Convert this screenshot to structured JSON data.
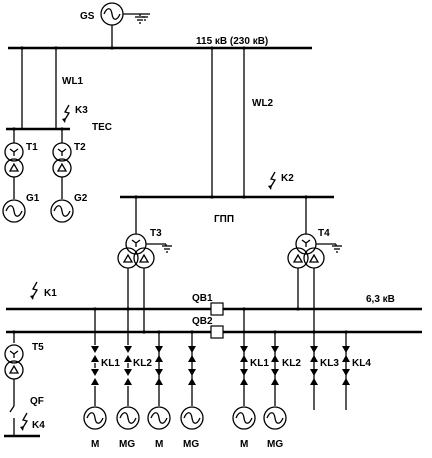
{
  "labels": {
    "gs": "GS",
    "hv_bus": "115 кВ (230 кВ)",
    "wl1": "WL1",
    "wl2": "WL2",
    "k3": "K3",
    "tec": "TEC",
    "t1": "T1",
    "t2": "T2",
    "g1": "G1",
    "g2": "G2",
    "k2": "K2",
    "gpp": "ГПП",
    "t3": "T3",
    "t4": "T4",
    "k1": "K1",
    "qb1": "QB1",
    "qb2": "QB2",
    "lv_bus": "6,3 кВ",
    "t5": "T5",
    "qf": "QF",
    "k4": "K4",
    "feeders": [
      "KL1",
      "KL2",
      "KL1",
      "KL2",
      "KL3",
      "KL4"
    ],
    "motors": [
      "M",
      "MG",
      "M",
      "MG",
      "M",
      "MG"
    ]
  }
}
